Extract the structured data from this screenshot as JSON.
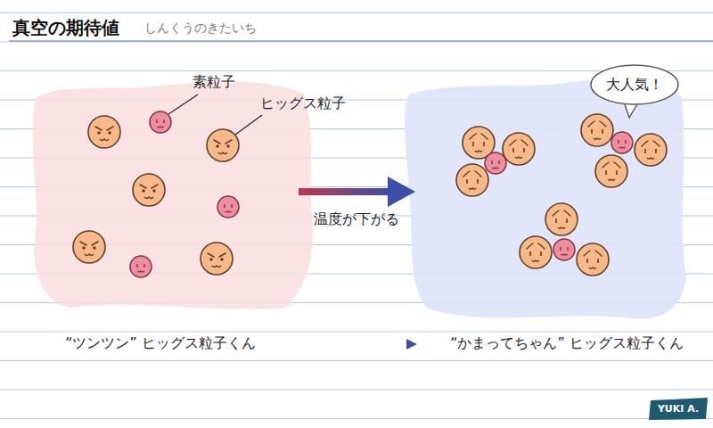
{
  "diagram": {
    "title": "真空の期待値",
    "nodes": [
      {
        "text": [
          "大人気！"
        ]
      }
    ],
    "labels": [
      "しんくうのきたいち",
      "素粒子",
      "ヒッグス粒子",
      "温度が下がる",
      "“ツンツン” ヒッグス粒子くん",
      "“かまってちゃん” ヒッグス粒子くん",
      "YUKI A."
    ]
  }
}
